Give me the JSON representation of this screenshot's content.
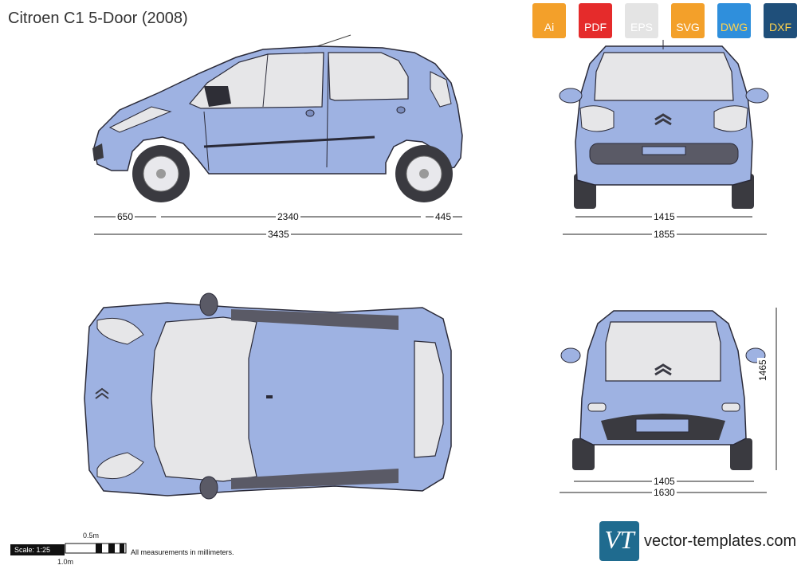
{
  "title": "Citroen C1 5-Door (2008)",
  "formats": [
    {
      "label": "Ai",
      "color": "#f3a02a",
      "icon": "ai-file-icon"
    },
    {
      "label": "PDF",
      "color": "#e52b2b",
      "icon": "pdf-file-icon"
    },
    {
      "label": "EPS",
      "color": "#e4e4e4",
      "icon": "eps-file-icon"
    },
    {
      "label": "SVG",
      "color": "#f3a02a",
      "icon": "svg-file-icon"
    },
    {
      "label": "DWG",
      "color": "#2f8fdc",
      "icon": "dwg-file-icon"
    },
    {
      "label": "DXF",
      "color": "#1f4f7a",
      "icon": "dxf-file-icon"
    }
  ],
  "dimensions": {
    "front_overhang": "650",
    "wheelbase": "2340",
    "rear_overhang": "445",
    "length": "3435",
    "front_track": "1415",
    "width": "1855",
    "height": "1465",
    "rear_track": "1405",
    "body_width": "1630"
  },
  "scale": {
    "label": "Scale: 1:25",
    "half": "0.5m",
    "one": "1.0m"
  },
  "note": "All measurements in millimeters.",
  "watermark": "vector-templates.com",
  "brand": {
    "logo_text": "VT",
    "site": "vector-templates.com"
  },
  "colors": {
    "body": "#9eb2e2",
    "outline": "#2a2a38",
    "glass": "#e6e6e8",
    "tyre": "#3a3a40",
    "bumper": "#5a5a66"
  }
}
